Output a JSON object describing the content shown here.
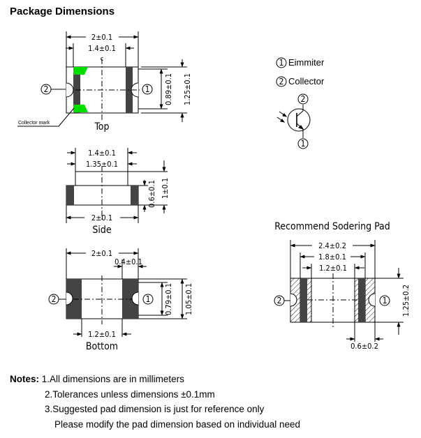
{
  "title": "Package Dimensions",
  "top_view": {
    "width": "2±0.1",
    "inner": "1.4±0.1",
    "mark": "c",
    "height_inner": "0.89±0.1",
    "height": "1.25±0.1",
    "collector_mark": "Collector mark",
    "caption": "Top"
  },
  "side_view": {
    "top_width": "1.4±0.1",
    "top_width2": "1.35±0.1",
    "width": "2±0.1",
    "h1": "0.6±0.1",
    "h2": "1±0.1",
    "caption": "Side"
  },
  "bottom_view": {
    "width": "2±0.1",
    "pad": "0.4±0.1",
    "inner_height": "0.79±0.1",
    "height": "1.05±0.1",
    "gap": "1.2±0.1",
    "caption": "Bottom"
  },
  "pins": [
    {
      "number": "1",
      "label": "Eimmiter"
    },
    {
      "number": "2",
      "label": "Collector"
    }
  ],
  "symbol_pins": {
    "top": "2",
    "bottom": "1"
  },
  "pad_view": {
    "title": "Recommend Sodering Pad",
    "w1": "2.4±0.2",
    "w2": "1.8±0.1",
    "w3": "1.2±0.1",
    "h": "1.25±0.2",
    "pad": "0.6±0.2"
  },
  "notes": {
    "label": "Notes:",
    "lines": [
      "1.All dimensions are in millimeters",
      "2.Tolerances unless dimensions ±0.1mm",
      "3.Suggested pad dimension is just for reference only",
      "Please modify the pad dimension based on individual need"
    ]
  },
  "colors": {
    "mark": "#00dd00",
    "pad": "#444444",
    "line": "#000000"
  }
}
